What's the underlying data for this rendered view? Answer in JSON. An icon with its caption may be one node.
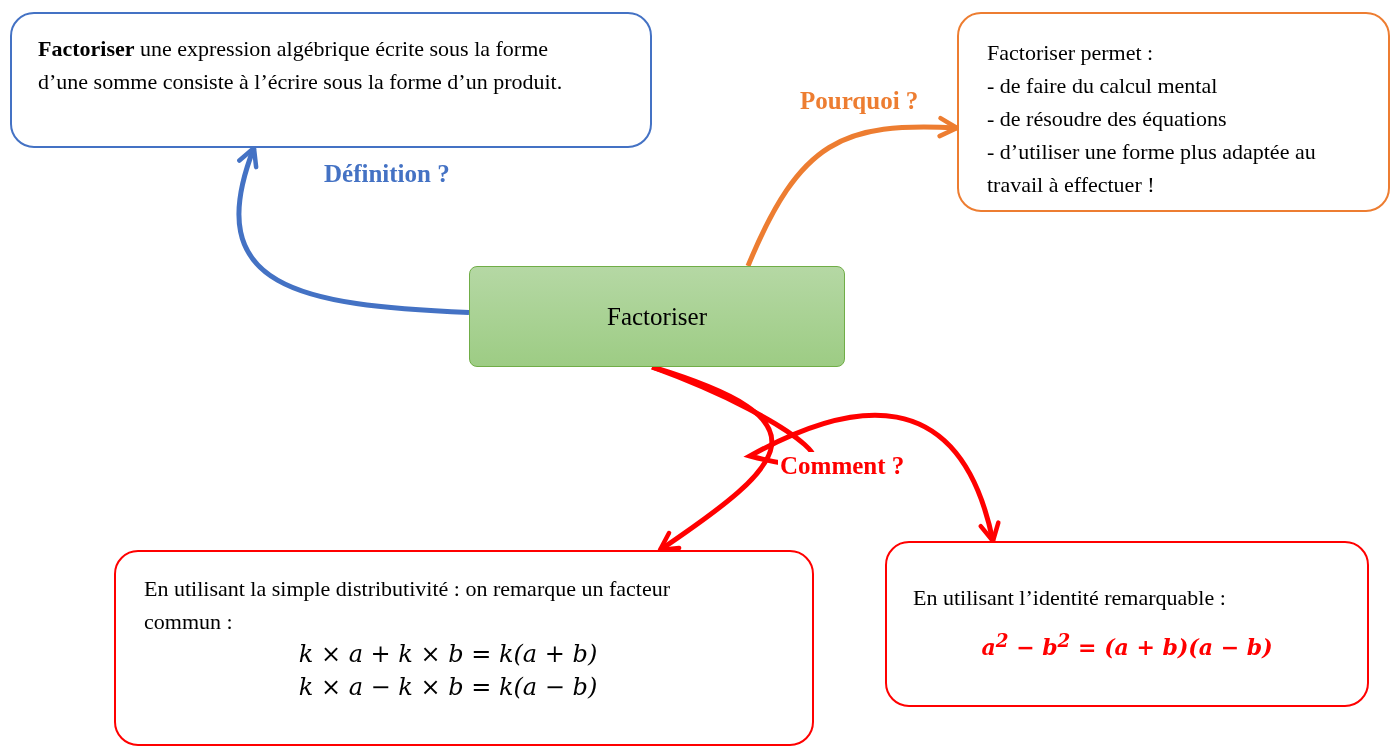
{
  "diagram": {
    "nodes": [
      {
        "text": [
          "Factoriser"
        ]
      },
      {
        "text": [
          "**Factoriser** une expression algébrique écrite sous la forme d’une somme consiste à l’écrire sous la forme d’un produit."
        ]
      },
      {
        "text": [
          "Factoriser permet :",
          "-  de faire du calcul mental",
          "- de résoudre des équations",
          "- d’utiliser une forme plus adaptée au travail à effectuer !"
        ]
      },
      {
        "text": [
          "En utilisant la simple distributivité : on remarque un facteur commun :",
          "k × a + k × b = k(a + b)",
          "k × a − k × b = k(a − b)"
        ]
      },
      {
        "text": [
          "En utilisant l’identité remarquable :",
          "a$^{2}$ − b$^{2}$ = (a + b)(a − b)"
        ]
      }
    ],
    "edges": [
      {
        "from": 0,
        "to": 1,
        "arrow": "to",
        "label": "Définition ?",
        "color": "#4472c4"
      },
      {
        "from": 0,
        "to": 2,
        "arrow": "to",
        "label": "Pourquoi ?",
        "color": "#ed7d31"
      },
      {
        "from": 0,
        "to": 3,
        "arrow": "to",
        "color": "#ff0000"
      },
      {
        "from": 0,
        "to": 4,
        "arrow": "to",
        "label": "Comment ?",
        "color": "#ff0000"
      }
    ]
  }
}
